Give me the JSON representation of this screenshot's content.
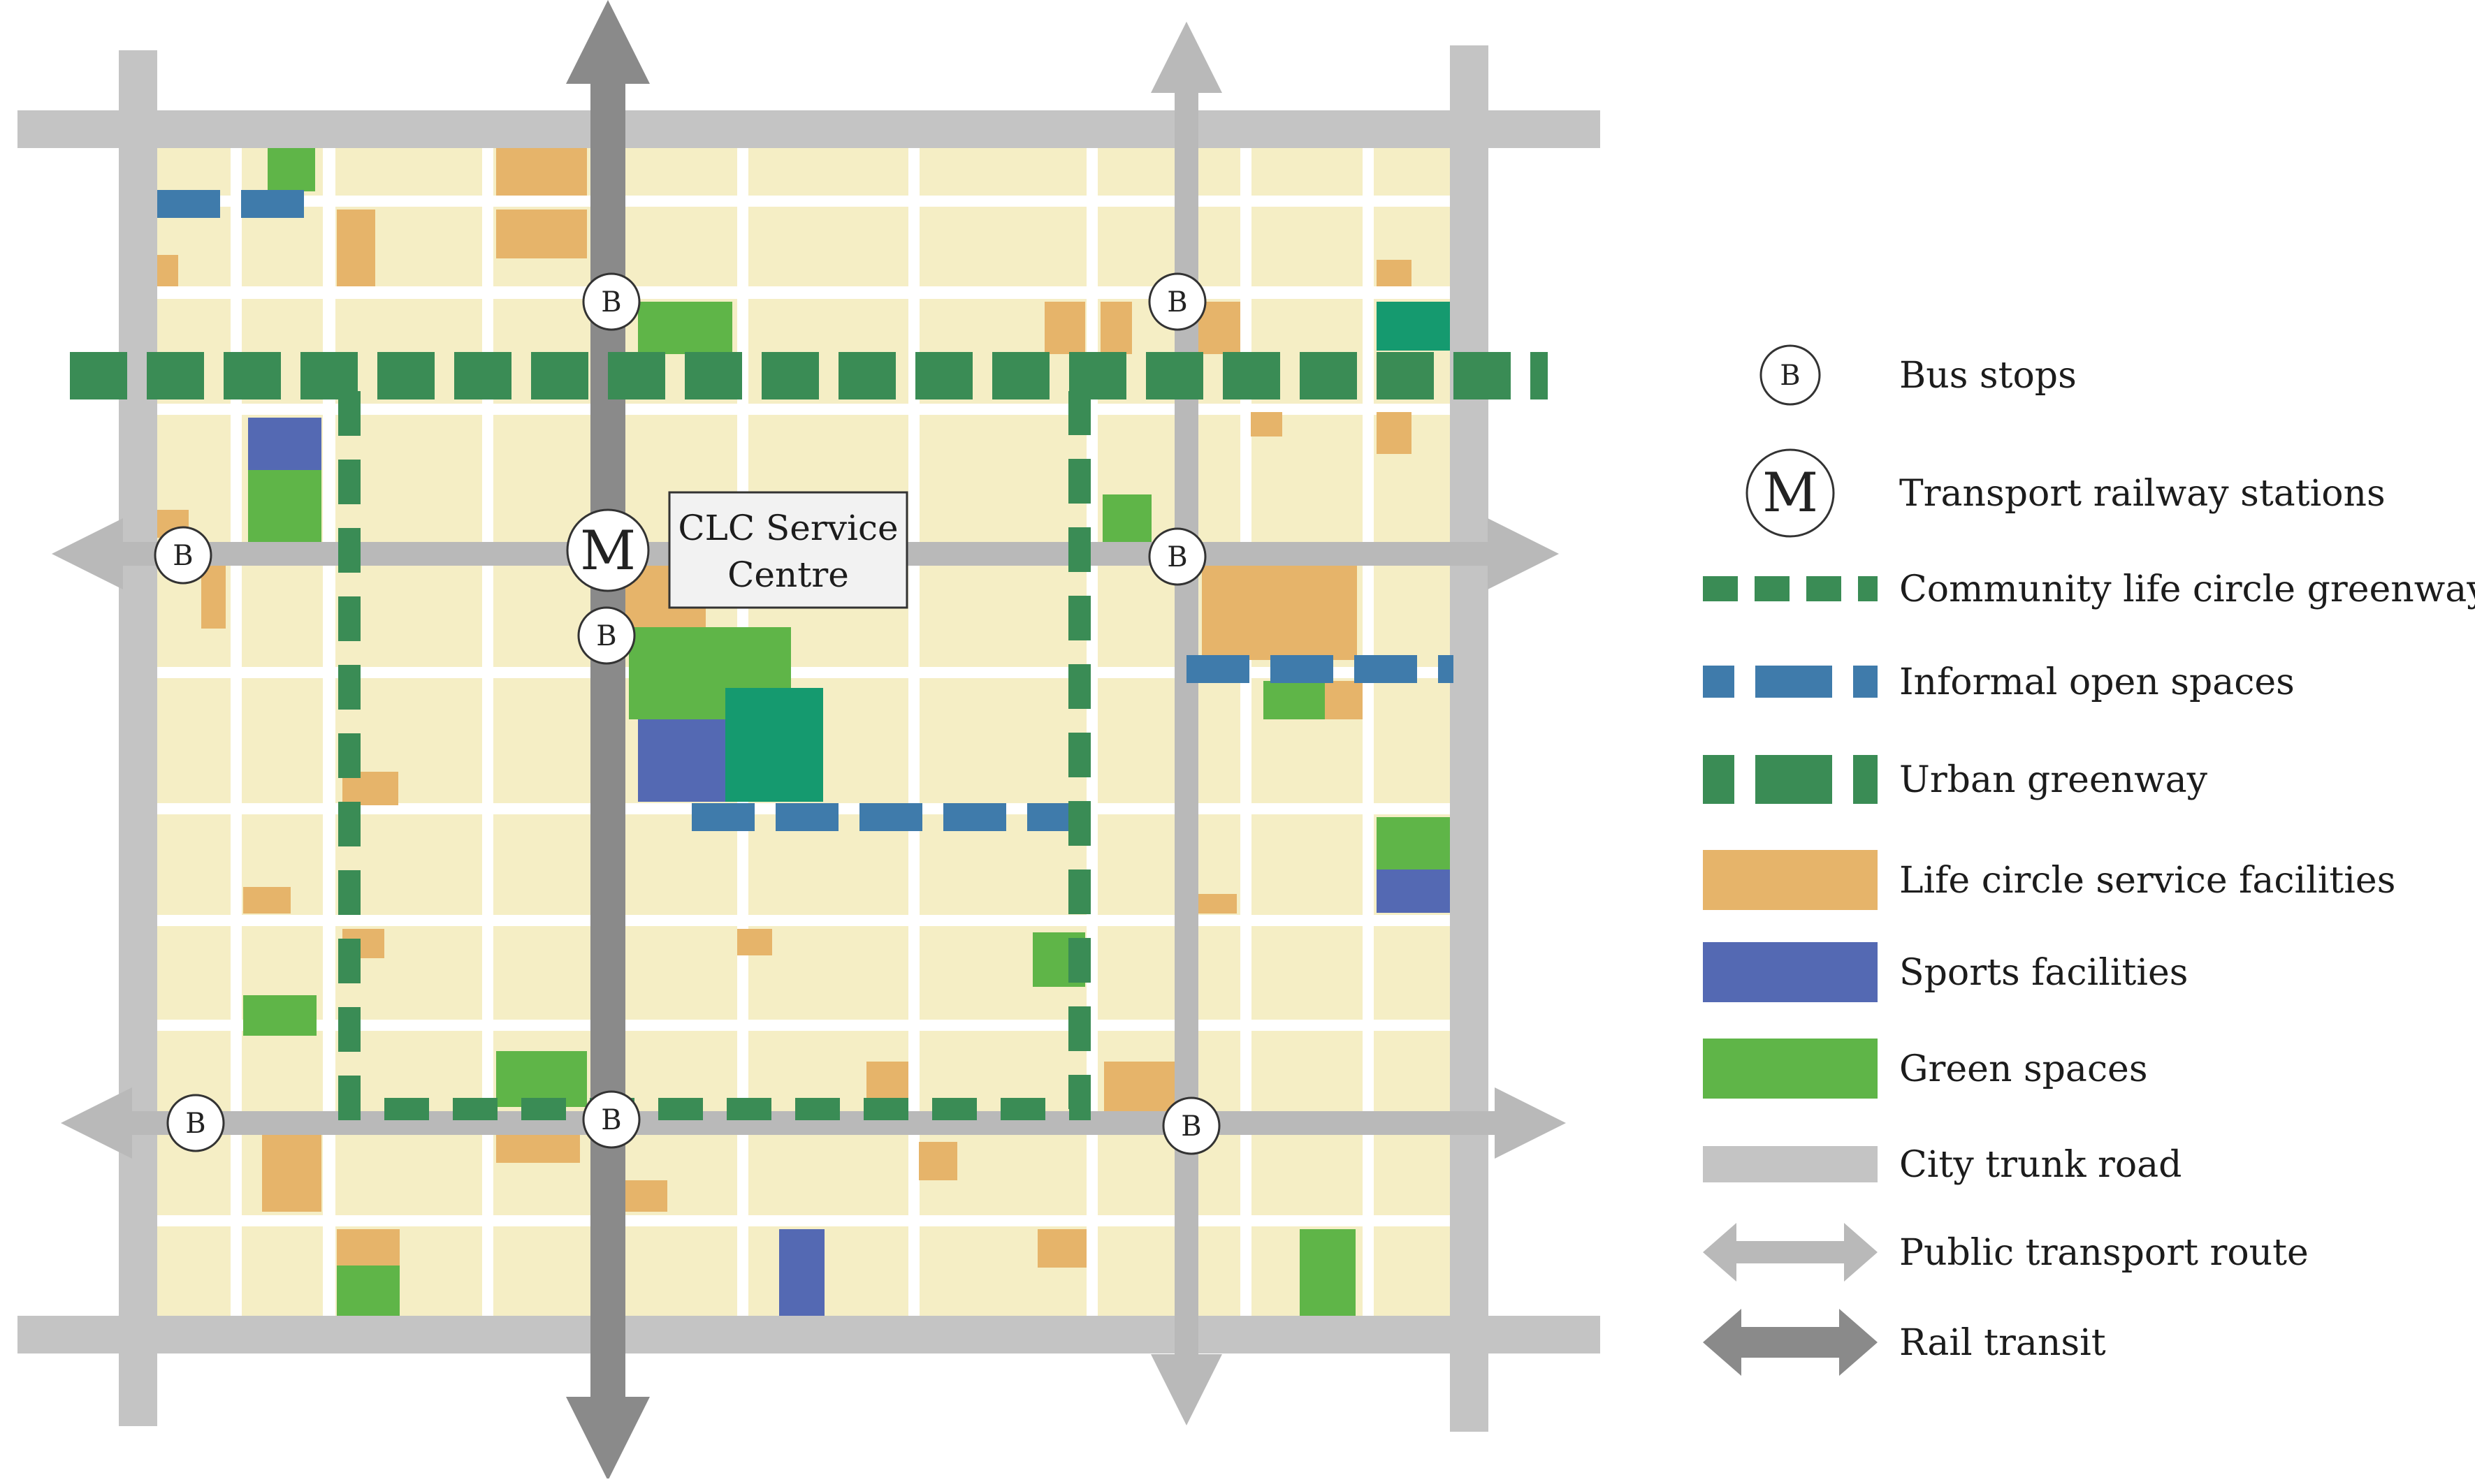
{
  "map": {
    "service_centre_label": [
      "CLC Service",
      "Centre"
    ],
    "bus_stop_letter": "B",
    "metro_letter": "M"
  },
  "legend": {
    "items": [
      {
        "id": "bus-stops",
        "label": "Bus stops",
        "symbol": "circle-b"
      },
      {
        "id": "railway-stations",
        "label": "Transport railway stations",
        "symbol": "circle-m"
      },
      {
        "id": "clc-greenway",
        "label": "Community life circle greenway",
        "symbol": "dash-green-small"
      },
      {
        "id": "informal-open",
        "label": "Informal open spaces",
        "symbol": "dash-blue"
      },
      {
        "id": "urban-greenway",
        "label": "Urban greenway",
        "symbol": "dash-green-large"
      },
      {
        "id": "service-facilities",
        "label": "Life circle service facilities",
        "symbol": "fill-orange"
      },
      {
        "id": "sports-facilities",
        "label": "Sports facilities",
        "symbol": "fill-purple"
      },
      {
        "id": "green-spaces",
        "label": "Green spaces",
        "symbol": "fill-green"
      },
      {
        "id": "trunk-road",
        "label": "City trunk road",
        "symbol": "road"
      },
      {
        "id": "public-transport",
        "label": "Public transport route",
        "symbol": "arrow-light"
      },
      {
        "id": "rail-transit",
        "label": "Rail transit",
        "symbol": "arrow-dark"
      }
    ]
  },
  "colors": {
    "block": "#f5eec5",
    "road": "#c4c4c4",
    "public_route": "#b9b9b9",
    "rail": "#8a8a8a",
    "clc_greenway": "#3a8c55",
    "urban_greenway": "#3a8c55",
    "informal_open": "#3f7bab",
    "service": "#e6b46a",
    "sports": "#5469b3",
    "green": "#5fb548",
    "teal": "#159a6f",
    "stop_stroke": "#333333"
  }
}
